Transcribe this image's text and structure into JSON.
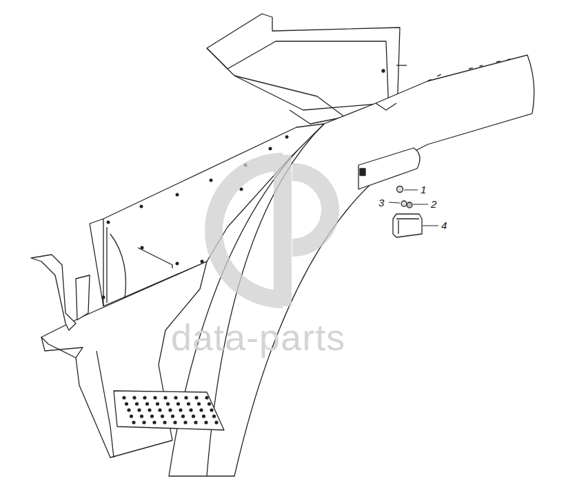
{
  "diagram": {
    "labels": [
      "1",
      "3",
      "2",
      "4",
      "data-parts"
    ]
  }
}
